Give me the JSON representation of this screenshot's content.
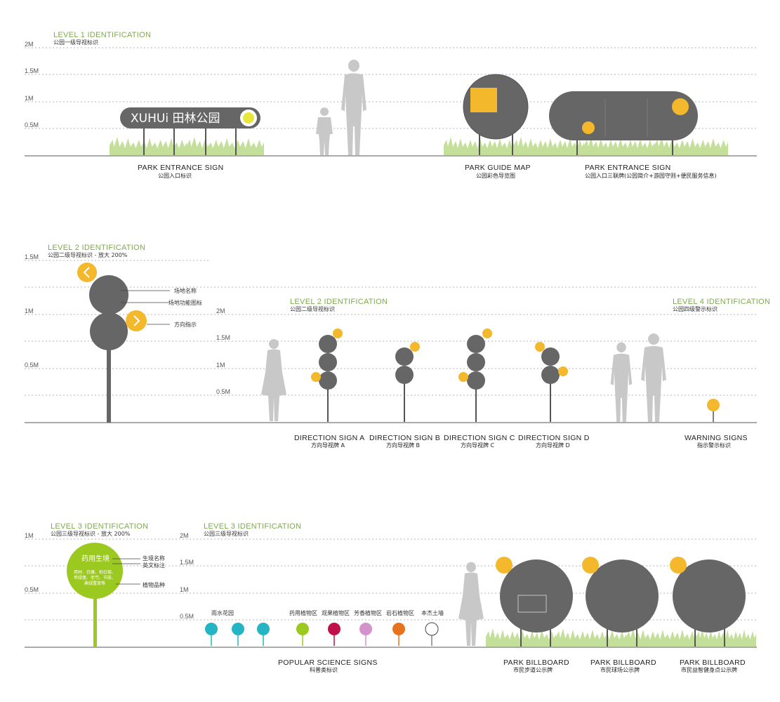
{
  "colors": {
    "accent_green": "#7cab4a",
    "sign_gray": "#666666",
    "sign_yellow": "#f3b82b",
    "grass": "#c3df9a",
    "lime": "#9cc91f",
    "silhouette": "#c8c8c8"
  },
  "section1": {
    "title": "LEVEL 1 IDENTIFICATION",
    "subtitle": "公园一级导视标识",
    "scale": [
      "2M",
      "1.5M",
      "1M",
      "0.5M"
    ],
    "entrance_sign_text": "XUHUi 田林公园",
    "captions": [
      {
        "en": "PARK ENTRANCE SIGN",
        "cn": "公园入口标识"
      },
      {
        "en": "PARK GUIDE MAP",
        "cn": "公园彩色导览图"
      },
      {
        "en": "PARK ENTRANCE SIGN",
        "cn": "公园入口三联牌(公园简介+游园守则+便民服务信息)"
      }
    ]
  },
  "section2": {
    "left_title": "LEVEL 2 IDENTIFICATION",
    "left_subtitle": "公园二级导视标识 - 放大 200%",
    "left_scale": [
      "1.5M",
      "1M",
      "0.5M"
    ],
    "annotations": [
      "场地名称",
      "场地功能图标",
      "方向指示"
    ],
    "mid_title": "LEVEL 2 IDENTIFICATION",
    "mid_subtitle": "公园二级导视标识",
    "mid_scale": [
      "2M",
      "1.5M",
      "1M",
      "0.5M"
    ],
    "right_title": "LEVEL 4 IDENTIFICATION",
    "right_subtitle": "公园四级警示标识",
    "captions": [
      {
        "en": "DIRECTION SIGN A",
        "cn": "方向导视牌 A"
      },
      {
        "en": "DIRECTION SIGN B",
        "cn": "方向导视牌 B"
      },
      {
        "en": "DIRECTION SIGN C",
        "cn": "方向导视牌 C"
      },
      {
        "en": "DIRECTION SIGN D",
        "cn": "方向导视牌 D"
      },
      {
        "en": "WARNING SIGNS",
        "cn": "指示警示标识"
      }
    ]
  },
  "section3": {
    "left_title": "LEVEL 3 IDENTIFICATION",
    "left_subtitle": "公园三级导视标识 - 放大 200%",
    "left_scale": [
      "1M",
      "0.5M"
    ],
    "sign_title": "药用生境",
    "sign_body": "用材、白蔑、柏白菊、苹绿蓬、老芍、节肤、典绿置草等",
    "annotations": [
      "生境名称",
      "英文标注",
      "植物品种"
    ],
    "mid_title": "LEVEL 3 IDENTIFICATION",
    "mid_subtitle": "公园三级导视标识",
    "mid_scale": [
      "2M",
      "1.5M",
      "1M",
      "0.5M"
    ],
    "science_categories": [
      "雨水花园",
      "药用植物区",
      "观果植物区",
      "芳香植物区",
      "岩石植物区",
      "本杰土墙"
    ],
    "captions": [
      {
        "en": "POPULAR SCIENCE SIGNS",
        "cn": "科普类标识"
      },
      {
        "en": "PARK BILLBOARD",
        "cn": "市民步道公示牌"
      },
      {
        "en": "PARK BILLBOARD",
        "cn": "市民球场公示牌"
      },
      {
        "en": "PARK BILLBOARD",
        "cn": "市民益智健身点公示牌"
      }
    ]
  }
}
